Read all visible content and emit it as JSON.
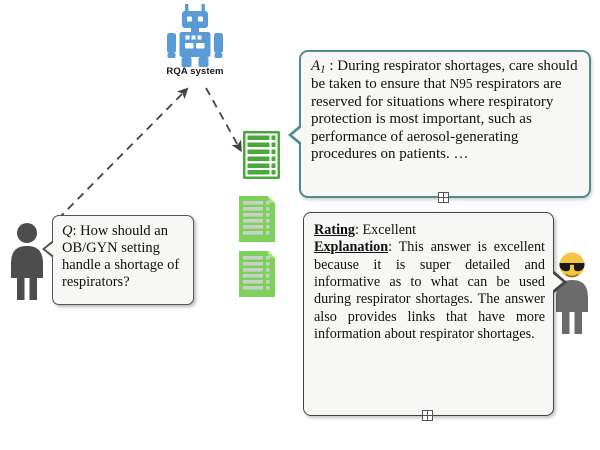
{
  "diagram": {
    "title": "RQA system question answering and rating flow",
    "background": "#ffffff"
  },
  "system": {
    "icon_name": "robot-icon",
    "label": "RQA system",
    "color": "#5b9bd5"
  },
  "asker": {
    "icon_name": "person-icon",
    "color": "#4d4d4d"
  },
  "rater": {
    "icon_name": "person-with-sunglasses-icon",
    "body_color": "#6b6b6b",
    "face_color": "#f4c542",
    "sunglasses_color": "#1a1a1a"
  },
  "question_box": {
    "label_prefix": "Q",
    "separator": ": ",
    "text": "How should an OB/GYN setting handle a shortage of respirators?",
    "border_color": "#555555"
  },
  "answer_box": {
    "label_prefix": "A",
    "label_subscript": "1",
    "separator": " : ",
    "text_part_1": "During respirator shortages, care should be taken to ensure that ",
    "n95": "N95",
    "text_part_2": " respirators are reserved for situations where respiratory protection is most important, such as performance of aerosol-generating procedures on patients. …",
    "border_color": "#4f8c8c",
    "handle_icon": "resize-grid-handle-icon"
  },
  "rating_box": {
    "rating_label": "Rating",
    "rating_separator": ": ",
    "rating_value": "Excellent",
    "explanation_label": "Explanation",
    "explanation_separator": ": ",
    "explanation_text": "This answer is excellent because it is super detailed and informative as to what can be used during respirator shortages. The answer also provides links that have more information about respirator shortages.",
    "border_color": "#444444",
    "handle_icon": "resize-grid-handle-icon"
  },
  "documents": [
    {
      "name": "document-icon-retrieved-primary",
      "state": "highlighted",
      "color": "#4aa83d"
    },
    {
      "name": "document-icon-retrieved-secondary",
      "state": "faded",
      "color": "#7dd15a"
    },
    {
      "name": "document-icon-retrieved-tertiary",
      "state": "faded",
      "color": "#7dd15a"
    }
  ],
  "arrows": [
    {
      "name": "arrow-question-to-system",
      "style": "dashed",
      "direction": "up-right"
    },
    {
      "name": "arrow-system-to-documents",
      "style": "dashed",
      "direction": "down-right"
    }
  ]
}
